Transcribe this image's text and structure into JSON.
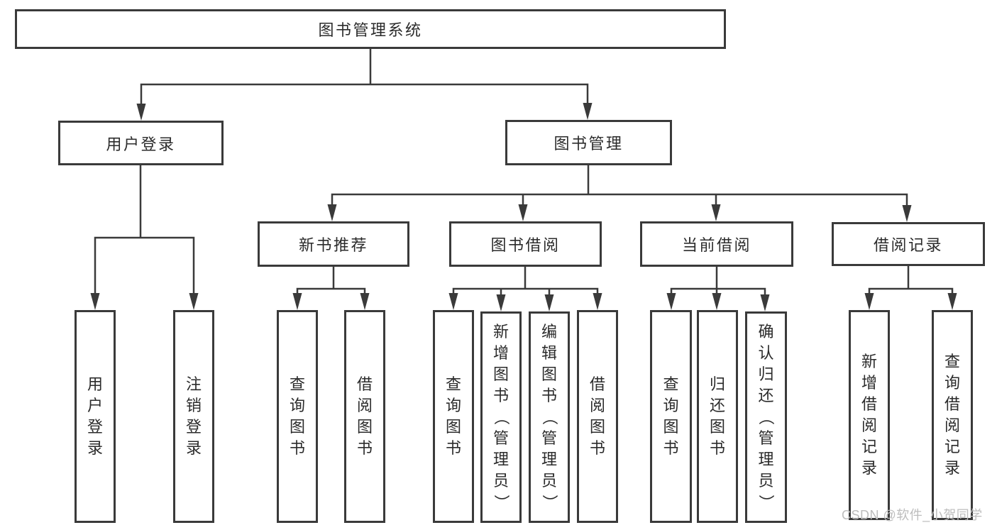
{
  "colors": {
    "line": "#3a3a3a",
    "box_border": "#3a3a3a",
    "text": "#2b2b2b",
    "watermark": "#bdbdbd",
    "background": "#ffffff"
  },
  "watermark": {
    "text": "CSDN @软件_小贺同学"
  },
  "root": {
    "label": "图书管理系统"
  },
  "login_branch": {
    "label": "用户登录",
    "children": [
      {
        "label": "用户登录"
      },
      {
        "label": "注销登录"
      }
    ]
  },
  "management_branch": {
    "label": "图书管理",
    "sections": [
      {
        "label": "新书推荐",
        "children": [
          {
            "label": "查询图书"
          },
          {
            "label": "借阅图书"
          }
        ]
      },
      {
        "label": "图书借阅",
        "children": [
          {
            "label": "查询图书"
          },
          {
            "label": "新增图书（管理员）"
          },
          {
            "label": "编辑图书（管理员）"
          },
          {
            "label": "借阅图书"
          }
        ]
      },
      {
        "label": "当前借阅",
        "children": [
          {
            "label": "查询图书"
          },
          {
            "label": "归还图书"
          },
          {
            "label": "确认归还（管理员）"
          }
        ]
      },
      {
        "label": "借阅记录",
        "children": [
          {
            "label": "新增借阅记录"
          },
          {
            "label": "查询借阅记录"
          }
        ]
      }
    ]
  }
}
